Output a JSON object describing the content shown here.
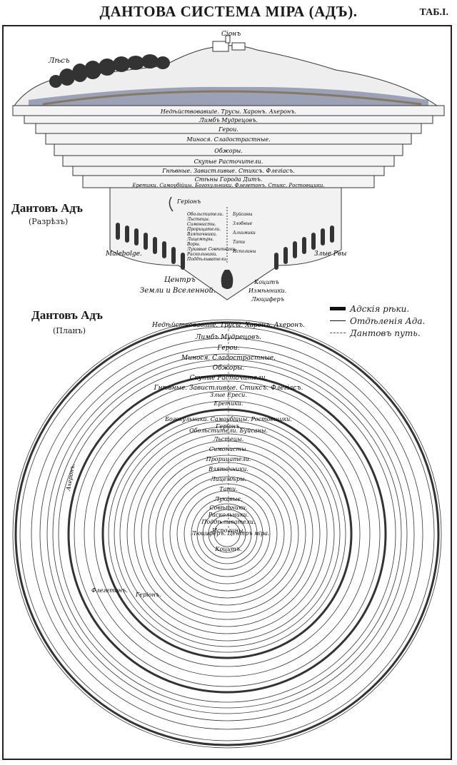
{
  "title": "ДАНТОВА СИСТЕМА МІРА (АДЪ).",
  "plate": "ТАБ.I.",
  "section": {
    "label": "Дантовъ Адъ",
    "sub": "(Разрѣзъ)",
    "top_labels": {
      "sion": "Сіонъ",
      "forest": "Лѣсъ"
    },
    "levels": [
      "Недѣйствовавшіе. Трусы. Харонъ. Ахеронъ.",
      "Лимбъ Мудрецовъ.",
      "Герои.",
      "Минося. Сладострастные.",
      "Обжоры.",
      "Скупые Расточители.",
      "Гнѣвные. Завистливые. Стиксъ. Флегіасъ.",
      "Стѣны Города Дитъ.",
      "Еретики. Самоубійцы. Богохульники. Флегетонъ. Стикс. Ростовщики."
    ],
    "geryon": "Геріонъ",
    "bowl_left": [
      "Обольстители.",
      "Льстецы.",
      "Симонисты.",
      "Прорицатели.",
      "Взяточники.",
      "Лицемѣры.",
      "Воры.",
      "Лукавые Совѣтники.",
      "Раскольники.",
      "Поддѣлыватели."
    ],
    "bowl_right": [
      "Буйсаны",
      "Злобные",
      "Алхимики",
      "Тати",
      "Исполины"
    ],
    "malebolge": "Malebolge.",
    "zlye_rvy": "Злые Рвы",
    "center": [
      "Центръ",
      "Земли и Вселенной."
    ],
    "kocit": [
      "Коцитъ",
      "Измѣнники.",
      "Люциферъ"
    ]
  },
  "plan": {
    "label": "Дантовъ Адъ",
    "sub": "(Планъ)",
    "labels": [
      "Недѣйствовавшіе. Трусы. Харонъ. Ахеронъ.",
      "Лимбъ Мудрецовъ.",
      "Герои.",
      "Минося. Сладострастные.",
      "Обжоры.",
      "Скупые Расточители.",
      "Гнѣвные. Завистливые. Стиксъ. Флегіасъ.",
      "Злые Ереси.",
      "Еретики.",
      "Богохульники. Самоубійцы. Ростовщики.",
      "Геріонъ.",
      "Обольстители. Буйсаны.",
      "Льстецы.",
      "Симонисты.",
      "Прорицатели.",
      "Взяточники.",
      "Лицемѣры.",
      "Тати.",
      "Лукавые.",
      "Совѣтники.",
      "Раскольники.",
      "Поддѣлыватели.",
      "Исполины.",
      "Люциферъ.",
      "Центръ міра.",
      "Коцитъ."
    ],
    "side_left": "Ахеронъ.",
    "phlegethon": "Флегетонъ.",
    "geryon": "Геріонъ."
  },
  "legend": [
    {
      "text": "Адскія рѣки.",
      "style": "thick"
    },
    {
      "text": "Отдѣленія Ада.",
      "style": "thin"
    },
    {
      "text": "Дантовъ путь.",
      "style": "path"
    }
  ],
  "colors": {
    "ink": "#1a1a1a",
    "water": "#3c4f7a",
    "earth": "#7a5a2e"
  }
}
